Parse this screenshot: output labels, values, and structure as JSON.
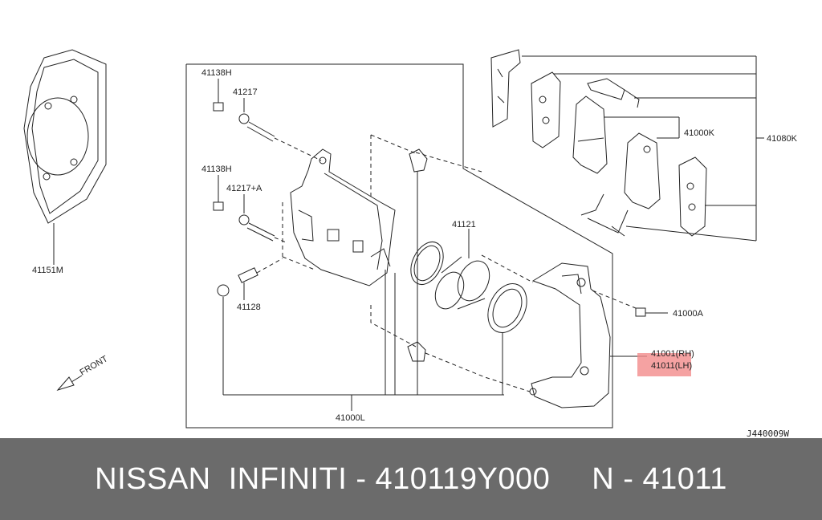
{
  "diagram": {
    "part_labels": {
      "p41151M": "41151M",
      "p41138H_a": "41138H",
      "p41217": "41217",
      "p41138H_b": "41138H",
      "p41217A": "41217+A",
      "p41128": "41128",
      "p41121": "41121",
      "p41000K": "41000K",
      "p41080K": "41080K",
      "p41000A": "41000A",
      "p41001": "41001(RH)",
      "p41011": "41011(LH)",
      "p41000L": "41000L"
    },
    "front_label": "FRONT",
    "diagram_code": "J440009W",
    "highlight_color": "#f28b8b"
  },
  "footer": {
    "brand": "NISSAN  INFINITI - 410119Y000",
    "part": "N - 41011"
  }
}
